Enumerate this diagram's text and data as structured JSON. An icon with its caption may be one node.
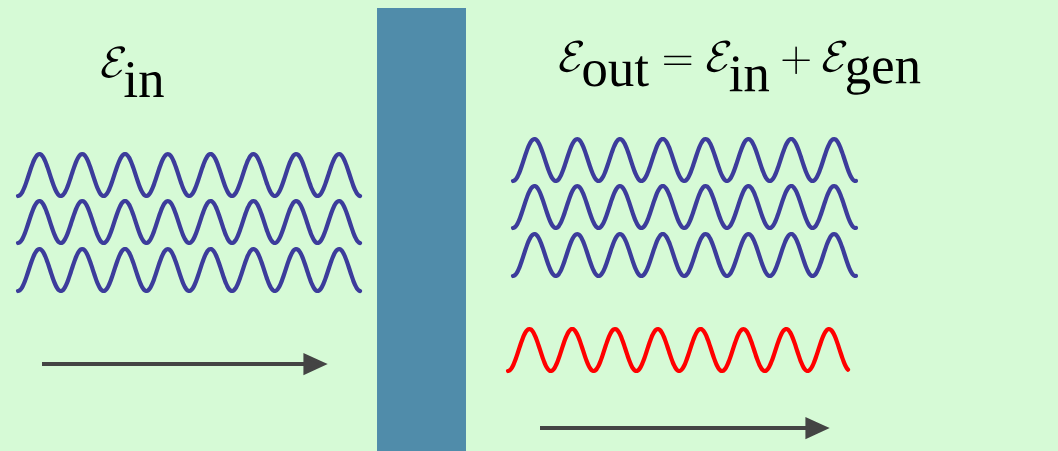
{
  "diagram": {
    "nodes": [
      {
        "text": [],
        "shape": "box"
      }
    ],
    "labels": [
      "\\mathcal{E}_{\\mathrm{in}}",
      "\\mathcal{E}_{\\mathrm{out}} = \\mathcal{E}_{\\mathrm{in}} + \\mathcal{E}_{\\mathrm{gen}}"
    ]
  }
}
